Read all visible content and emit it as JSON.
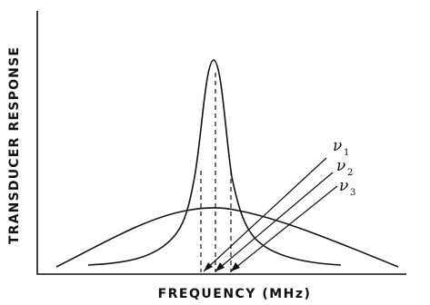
{
  "labels": {
    "y_axis": "TRANSDUCER RESPONSE",
    "x_axis": "FREQUENCY (MHz)"
  },
  "frequencies": [
    {
      "symbol": "ν",
      "subscript": "1"
    },
    {
      "symbol": "ν",
      "subscript": "2"
    },
    {
      "symbol": "ν",
      "subscript": "3"
    }
  ]
}
